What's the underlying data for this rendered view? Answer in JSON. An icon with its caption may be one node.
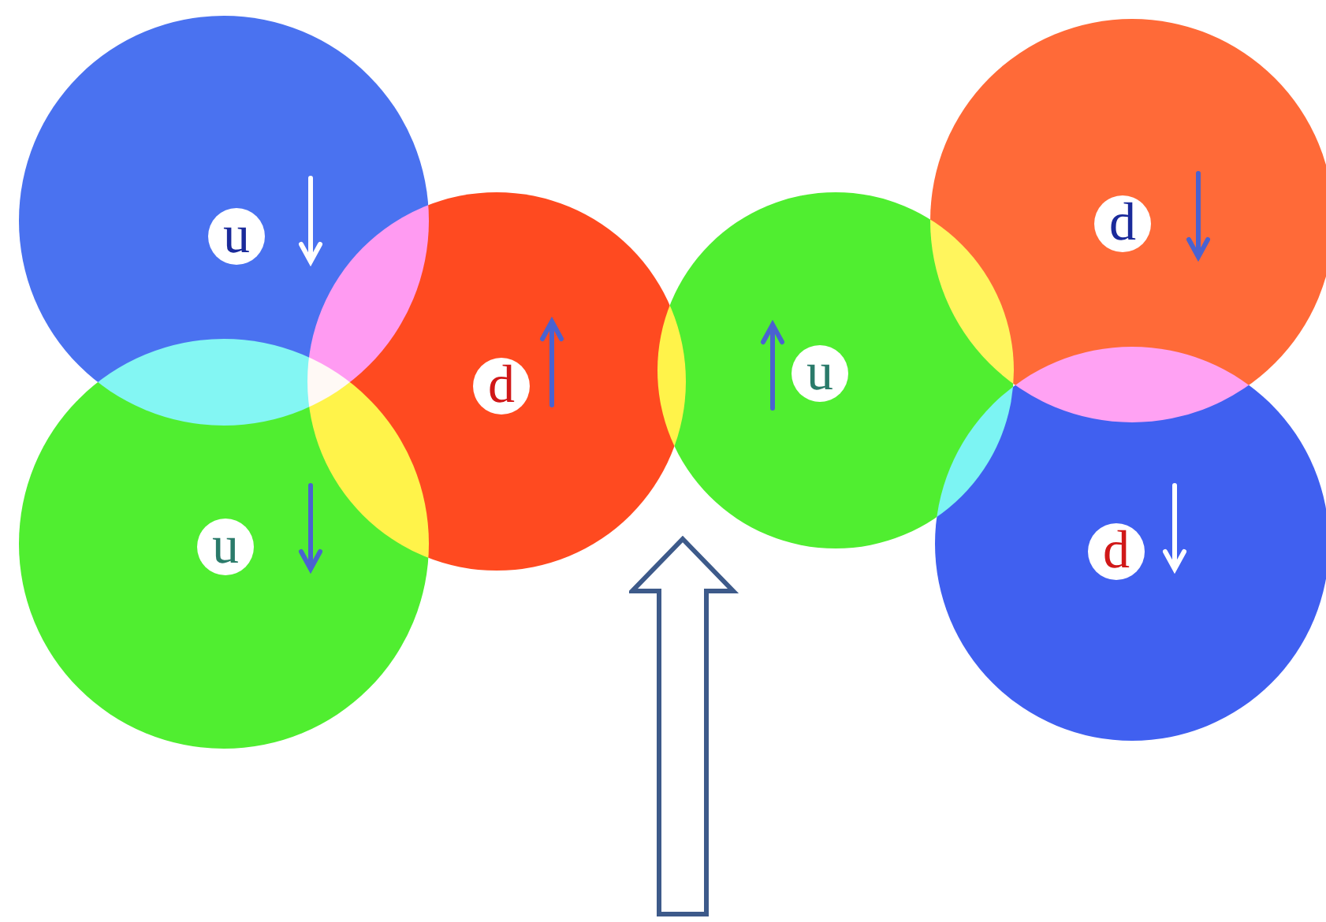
{
  "diagram": {
    "nodes": [
      {
        "text": [
          "u"
        ]
      },
      {
        "text": [
          "u"
        ]
      },
      {
        "text": [
          "d"
        ]
      },
      {
        "text": [
          "u"
        ]
      },
      {
        "text": [
          "d"
        ]
      },
      {
        "text": [
          "d"
        ]
      }
    ]
  }
}
